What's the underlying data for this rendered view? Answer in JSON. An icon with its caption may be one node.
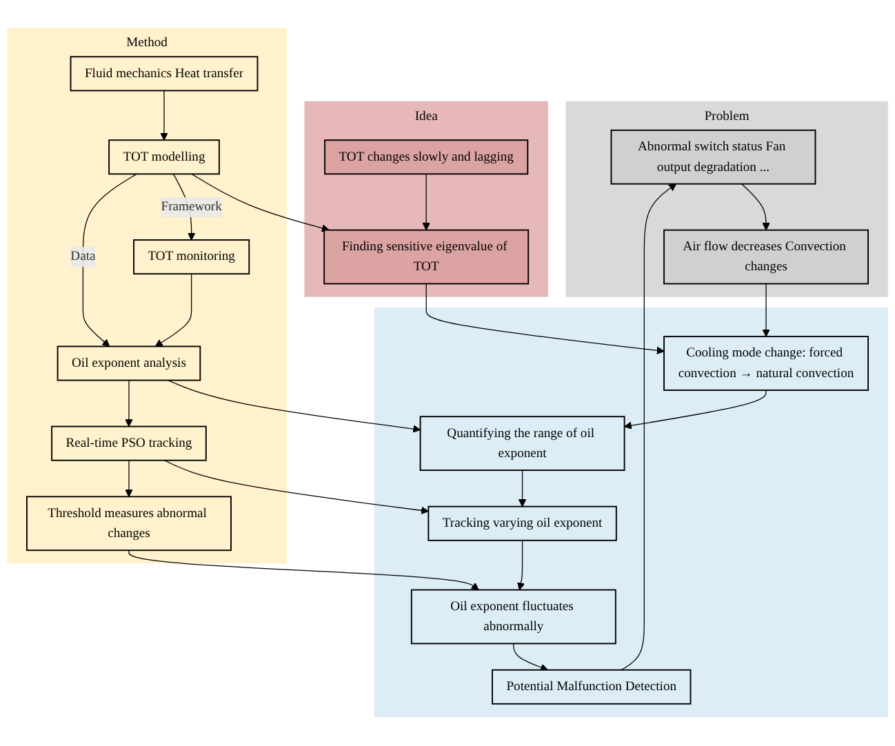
{
  "diagram": {
    "nodes": [
      {
        "text": [
          "Problem"
        ]
      },
      {
        "text": [
          "Abnormal switch status Fan output degradation ..."
        ],
        "in": 0
      },
      {
        "text": [
          "Air flow decreases Convection changes"
        ],
        "in": 0
      },
      {
        "text": [
          "Idea"
        ]
      },
      {
        "text": [
          "TOT changes slowly and lagging"
        ],
        "in": 3
      },
      {
        "text": [
          "Finding sensitive eigenvalue of TOT"
        ],
        "in": 3
      },
      {
        "text": [
          "Method"
        ]
      },
      {
        "text": [
          "Fluid mechanics Heat transfer"
        ],
        "in": 6
      },
      {
        "text": [
          "TOT modelling"
        ],
        "in": 6
      },
      {
        "text": [
          "TOT monitoring"
        ],
        "in": 6
      },
      {
        "text": [
          "Oil exponent analysis"
        ],
        "in": 6
      },
      {
        "text": [
          "Real-time PSO tracking"
        ],
        "in": 6
      },
      {
        "text": [
          "Threshold measures abnormal changes"
        ],
        "in": 6
      },
      {
        "text": [],
        "shape": "box"
      },
      {
        "text": [
          "Cooling mode change: forced convection → natural convection"
        ],
        "in": 13
      },
      {
        "text": [
          "Quantifying the range of oil exponent"
        ],
        "in": 13
      },
      {
        "text": [
          "Tracking varying oil exponent"
        ],
        "in": 13
      },
      {
        "text": [
          "Oil exponent fluctuates abnormally"
        ],
        "in": 13
      },
      {
        "text": [
          "Potential Malfunction Detection"
        ],
        "in": 13
      }
    ],
    "edges": [
      {
        "from": 1,
        "to": 2,
        "arrow": "to"
      },
      {
        "from": 4,
        "to": 5,
        "arrow": "to"
      },
      {
        "from": 7,
        "to": 8,
        "arrow": "to"
      },
      {
        "from": 8,
        "to": 5,
        "arrow": "to"
      },
      {
        "from": 8,
        "to": 9,
        "arrow": "to",
        "label": "Framework"
      },
      {
        "from": 9,
        "to": 10,
        "arrow": "to"
      },
      {
        "from": 8,
        "to": 10,
        "arrow": "to",
        "label": "Data"
      },
      {
        "from": 2,
        "to": 14,
        "arrow": "to"
      },
      {
        "from": 5,
        "to": 14,
        "arrow": "to"
      },
      {
        "from": 14,
        "to": 15,
        "arrow": "to"
      },
      {
        "from": 10,
        "to": 15,
        "arrow": "to"
      },
      {
        "from": 10,
        "to": 11,
        "arrow": "to"
      },
      {
        "from": 15,
        "to": 16,
        "arrow": "to"
      },
      {
        "from": 11,
        "to": 16,
        "arrow": "to"
      },
      {
        "from": 11,
        "to": 12,
        "arrow": "to"
      },
      {
        "from": 16,
        "to": 17,
        "arrow": "to"
      },
      {
        "from": 12,
        "to": 17,
        "arrow": "to"
      },
      {
        "from": 17,
        "to": 18,
        "arrow": "to"
      },
      {
        "from": 18,
        "to": 1,
        "arrow": "to"
      }
    ]
  }
}
